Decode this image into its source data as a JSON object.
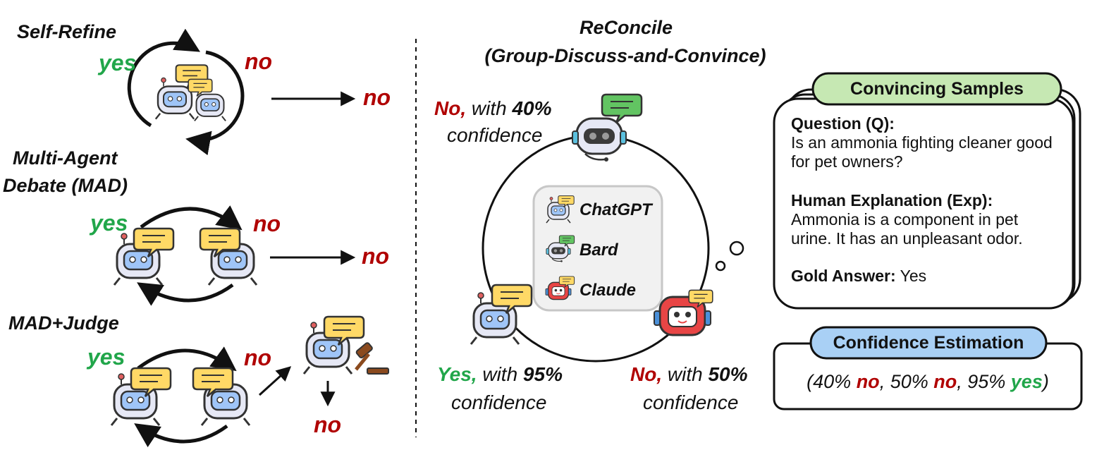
{
  "self_refine": {
    "title": "Self-Refine",
    "yes": "yes",
    "no": "no",
    "result": "no"
  },
  "mad": {
    "title_line1": "Multi-Agent",
    "title_line2": "Debate (MAD)",
    "yes": "yes",
    "no": "no",
    "result": "no"
  },
  "mad_judge": {
    "title": "MAD+Judge",
    "yes": "yes",
    "no": "no",
    "result": "no"
  },
  "reconcile": {
    "title": "ReConcile",
    "subtitle": "(Group-Discuss-and-Convince)",
    "top": {
      "answer": "No,",
      "with": "with",
      "pct": "40%",
      "confidence": "confidence"
    },
    "left": {
      "answer": "Yes,",
      "with": "with",
      "pct": "95%",
      "confidence": "confidence"
    },
    "right": {
      "answer": "No,",
      "with": "with",
      "pct": "50%",
      "confidence": "confidence"
    },
    "legend": [
      "ChatGPT",
      "Bard",
      "Claude"
    ]
  },
  "samples": {
    "header": "Convincing Samples",
    "q_label": "Question (Q):",
    "q_text": "Is an ammonia fighting cleaner good for pet owners?",
    "exp_label": "Human Explanation (Exp):",
    "exp_text": "Ammonia is a component in pet urine. It has an unpleasant odor.",
    "gold_label": "Gold Answer:",
    "gold_value": "Yes"
  },
  "confidence": {
    "header": "Confidence Estimation",
    "open": "(40% ",
    "no1": "no",
    "sep1": ", 50% ",
    "no2": "no",
    "sep2": ", 95% ",
    "yes": "yes",
    "close": ")"
  },
  "colors": {
    "green": "#21a64a",
    "red": "#b00000",
    "robot_blue": "#9fc5f8",
    "bubble_yellow": "#ffd966",
    "bubble_green": "#62c462",
    "claude_red": "#e84545",
    "header_green": "#c6e8b3",
    "header_blue": "#a9d0f5"
  },
  "icons": [
    "robot-icon",
    "speech-bubble-icon",
    "gavel-icon",
    "headset-robot-icon",
    "thought-bubble-icon"
  ]
}
